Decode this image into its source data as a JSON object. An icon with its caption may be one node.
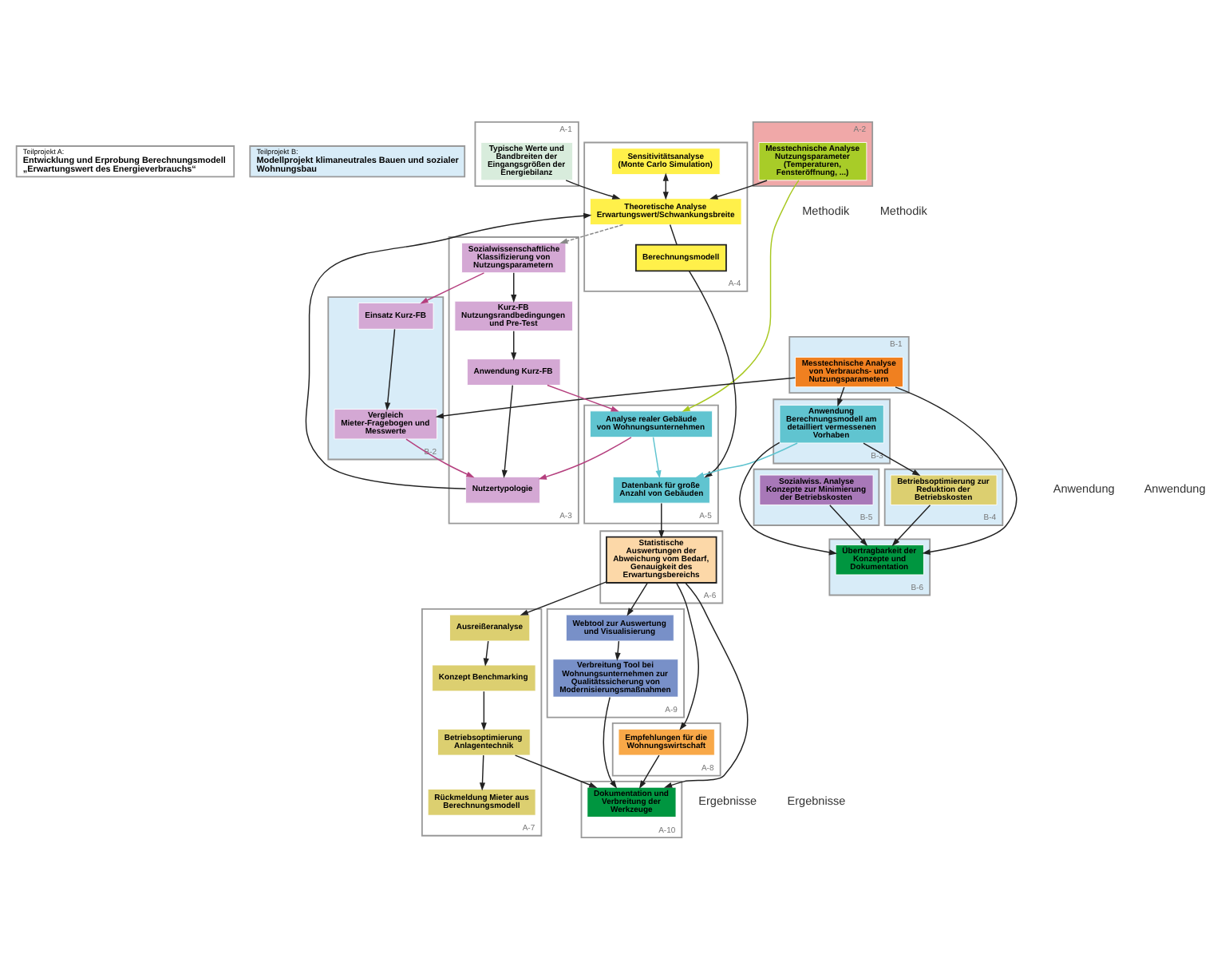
{
  "diagram": {
    "nodes": [
      {
        "text": [
          "Teilprojekt A:",
          "Entwicklung und Erprobung Berechnungsmodell „Erwartungswert des Energieverbrauchs“"
        ]
      },
      {
        "text": [
          "Teilprojekt B:",
          "Modellprojekt klimaneutrales Bauen und sozialer Wohnungsbau"
        ]
      },
      {
        "text": [
          "A-2"
        ]
      },
      {
        "text": [
          "Messtechnische Analyse Nutzungsparameter (Temperaturen, Fensteröffnung, ...)"
        ],
        "in": 2
      },
      {
        "text": [
          "A-1"
        ]
      },
      {
        "text": [
          "Typische Werte und Bandbreiten der Eingangsgrößen der Energiebilanz"
        ],
        "in": 4
      },
      {
        "text": [
          "B-1"
        ]
      },
      {
        "text": [
          "Messtechnische Analyse von Verbrauchs- und Nutzungsparametern"
        ],
        "in": 6
      },
      {
        "text": [
          "A-4"
        ]
      },
      {
        "text": [
          "Theoretische Analyse Erwartungswert/Schwankungsbreite"
        ],
        "in": 8
      },
      {
        "text": [
          "Sensitivitätsanalyse (Monte Carlo Simulation)"
        ],
        "in": 8
      },
      {
        "text": [
          "Berechnungsmodell"
        ],
        "in": 8
      },
      {
        "text": [
          "A-3"
        ]
      },
      {
        "text": [
          "Sozialwissenschaftliche Klassifizierung von Nutzungsparametern"
        ],
        "in": 12
      },
      {
        "text": [
          "Kurz-FB Nutzungsrandbedingungen und Pre-Test"
        ],
        "in": 12
      },
      {
        "text": [
          "Anwendung Kurz-FB"
        ],
        "in": 12
      },
      {
        "text": [
          "Nutzertypologie"
        ],
        "in": 12
      },
      {
        "text": [
          "B-2"
        ]
      },
      {
        "text": [
          "Einsatz Kurz-FB"
        ],
        "in": 17
      },
      {
        "text": [
          "Vergleich Mieter-Fragebogen und Messwerte"
        ],
        "in": 17
      },
      {
        "text": [
          "A-5"
        ]
      },
      {
        "text": [
          "Analyse realer Gebäude von Wohnungsunternehmen"
        ],
        "in": 20
      },
      {
        "text": [
          "Datenbank für große Anzahl von Gebäuden"
        ],
        "in": 20
      },
      {
        "text": [
          "B-3"
        ]
      },
      {
        "text": [
          "Anwendung Berechnungsmodell am detailliert vermessenen Vorhaben"
        ],
        "in": 23
      },
      {
        "text": [
          "A-6"
        ]
      },
      {
        "text": [
          "Statistische Auswertungen der Abweichung vom Bedarf, Genauigkeit des Erwartungsbereichs"
        ],
        "in": 25
      },
      {
        "text": [
          "B-4"
        ]
      },
      {
        "text": [
          "Betriebsoptimierung zur Reduktion der Betriebskosten"
        ],
        "in": 27
      },
      {
        "text": [
          "A-7"
        ]
      },
      {
        "text": [
          "Ausreißeranalyse"
        ],
        "in": 29
      },
      {
        "text": [
          "Konzept Benchmarking"
        ],
        "in": 29
      },
      {
        "text": [
          "Betriebsoptimierung Anlagentechnik"
        ],
        "in": 29
      },
      {
        "text": [
          "Rückmeldung Mieter aus Berechnungsmodell"
        ],
        "in": 29
      },
      {
        "text": [
          "B-5"
        ]
      },
      {
        "text": [
          "Sozialwiss. Analyse Konzepte zur Minimierung der Betriebskosten"
        ],
        "in": 34
      },
      {
        "text": [
          "A-8"
        ]
      },
      {
        "text": [
          "Empfehlungen für die Wohnungswirtschaft"
        ],
        "in": 36
      },
      {
        "text": [
          "A-9"
        ]
      },
      {
        "text": [
          "Webtool zur Auswertung und Visualisierung"
        ],
        "in": 38
      },
      {
        "text": [
          "Verbreitung Tool bei Wohnungsunternehmen zur Qualitätssicherung von Modernisierungsmaßnahmen"
        ],
        "in": 38
      },
      {
        "text": [
          "A-10"
        ]
      },
      {
        "text": [
          "Dokumentation und Verbreitung der Werkzeuge"
        ],
        "in": 41
      },
      {
        "text": [
          "B-6"
        ]
      },
      {
        "text": [
          "Übertragbarkeit der Konzepte und Dokumentation"
        ],
        "in": 43
      }
    ],
    "edges": [
      {
        "from": 3,
        "to": 9,
        "arrow": "to"
      },
      {
        "from": 5,
        "to": 9,
        "arrow": "to"
      },
      {
        "from": 10,
        "to": 9,
        "arrow": "both"
      },
      {
        "from": 9,
        "to": 11,
        "arrow": "none"
      },
      {
        "from": 9,
        "to": 13,
        "arrow": "to",
        "style": "dashed",
        "color": "#888888"
      },
      {
        "from": 13,
        "to": 14,
        "arrow": "to"
      },
      {
        "from": 14,
        "to": 15,
        "arrow": "to"
      },
      {
        "from": 15,
        "to": 16,
        "arrow": "to"
      },
      {
        "from": 13,
        "to": 18,
        "arrow": "to",
        "color": "#b5407f"
      },
      {
        "from": 18,
        "to": 19,
        "arrow": "to"
      },
      {
        "from": 7,
        "to": 19,
        "arrow": "to"
      },
      {
        "from": 3,
        "to": 21,
        "arrow": "to",
        "color": "#a8c820"
      },
      {
        "from": 15,
        "to": 21,
        "arrow": "to",
        "color": "#b5407f"
      },
      {
        "from": 21,
        "to": 22,
        "arrow": "to",
        "color": "#60c4d0"
      },
      {
        "from": 11,
        "to": 22,
        "arrow": "to"
      },
      {
        "from": 24,
        "to": 22,
        "arrow": "to",
        "color": "#60c4d0"
      },
      {
        "from": 21,
        "to": 16,
        "arrow": "to",
        "color": "#b5407f"
      },
      {
        "from": 19,
        "to": 16,
        "arrow": "to",
        "color": "#b5407f"
      },
      {
        "from": 16,
        "to": 9,
        "arrow": "to"
      },
      {
        "from": 7,
        "to": 24,
        "arrow": "to"
      },
      {
        "from": 22,
        "to": 26,
        "arrow": "to"
      },
      {
        "from": 24,
        "to": 28,
        "arrow": "to"
      },
      {
        "from": 26,
        "to": 30,
        "arrow": "to"
      },
      {
        "from": 26,
        "to": 37,
        "arrow": "to"
      },
      {
        "from": 26,
        "to": 42,
        "arrow": "to"
      },
      {
        "from": 26,
        "to": 39,
        "arrow": "to"
      },
      {
        "from": 30,
        "to": 31,
        "arrow": "to"
      },
      {
        "from": 31,
        "to": 32,
        "arrow": "to"
      },
      {
        "from": 32,
        "to": 33,
        "arrow": "to"
      },
      {
        "from": 39,
        "to": 40,
        "arrow": "to"
      },
      {
        "from": 37,
        "to": 42,
        "arrow": "to"
      },
      {
        "from": 40,
        "to": 42,
        "arrow": "to"
      },
      {
        "from": 32,
        "to": 42,
        "arrow": "to"
      },
      {
        "from": 24,
        "to": 44,
        "arrow": "to"
      },
      {
        "from": 28,
        "to": 44,
        "arrow": "to"
      },
      {
        "from": 35,
        "to": 44,
        "arrow": "to"
      },
      {
        "from": 7,
        "to": 44,
        "arrow": "to"
      }
    ],
    "labels": [
      "Methodik",
      "Methodik",
      "Anwendung",
      "Anwendung",
      "Ergebnisse",
      "Ergebnisse"
    ]
  }
}
